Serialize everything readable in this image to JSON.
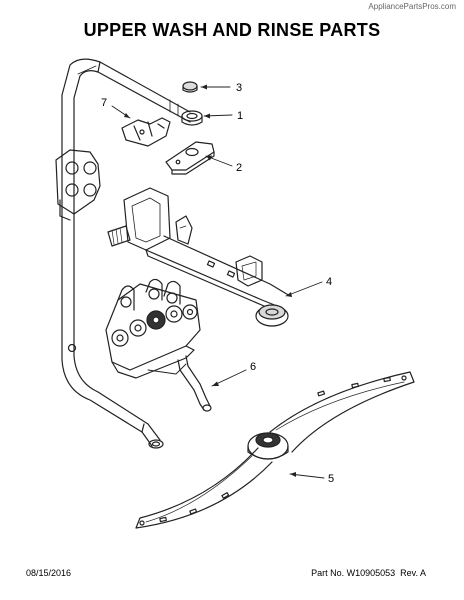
{
  "watermark": "AppliancePartsPros.com",
  "title": "UPPER WASH AND RINSE PARTS",
  "callouts": {
    "c1": "1",
    "c2": "2",
    "c3": "3",
    "c4": "4",
    "c5": "5",
    "c6": "6",
    "c7": "7"
  },
  "footer": {
    "date": "08/15/2016",
    "part_info": "Part No. W10905053  Rev. A"
  }
}
